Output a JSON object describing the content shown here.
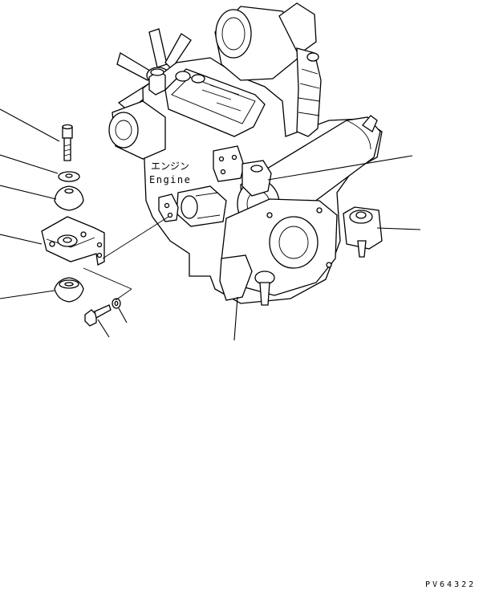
{
  "engine_label": {
    "japanese": "エンジン",
    "english": "Engine"
  },
  "drawing_code": "PV64322"
}
